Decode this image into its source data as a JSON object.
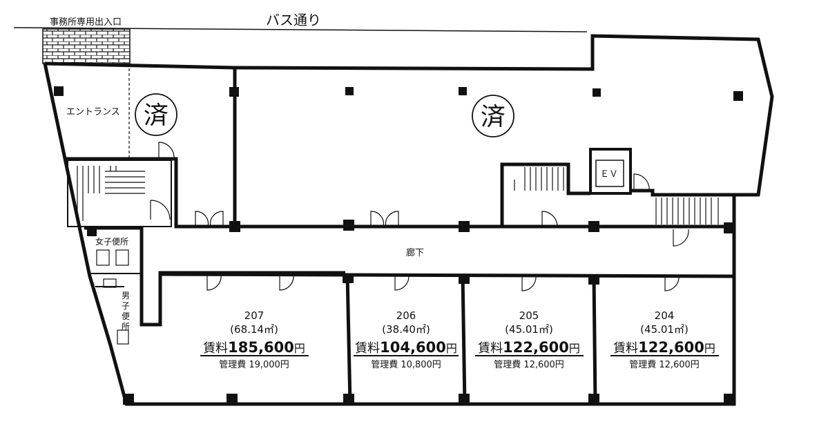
{
  "street": {
    "label": "バス通り",
    "office_entrance_label": "事務所専用出入口"
  },
  "areas": {
    "entrance": "エントランス",
    "corridor": "廊下",
    "elevator": "ＥＶ",
    "womens_restroom": "女子便所",
    "mens_restroom_1": "男",
    "mens_restroom_2": "子",
    "mens_restroom_3": "便",
    "mens_restroom_4": "所"
  },
  "occupied_mark": "済",
  "units": [
    {
      "id": "207",
      "area": "(68.14㎡)",
      "rent_prefix": "賃料",
      "rent_value": "185,600",
      "rent_suffix": "円",
      "mgmt": "管理費 19,000円"
    },
    {
      "id": "206",
      "area": "(38.40㎡)",
      "rent_prefix": "賃料",
      "rent_value": "104,600",
      "rent_suffix": "円",
      "mgmt": "管理費 10,800円"
    },
    {
      "id": "205",
      "area": "(45.01㎡)",
      "rent_prefix": "賃料",
      "rent_value": "122,600",
      "rent_suffix": "円",
      "mgmt": "管理費 12,600円"
    },
    {
      "id": "204",
      "area": "(45.01㎡)",
      "rent_prefix": "賃料",
      "rent_value": "122,600",
      "rent_suffix": "円",
      "mgmt": "管理費 12,600円"
    }
  ]
}
